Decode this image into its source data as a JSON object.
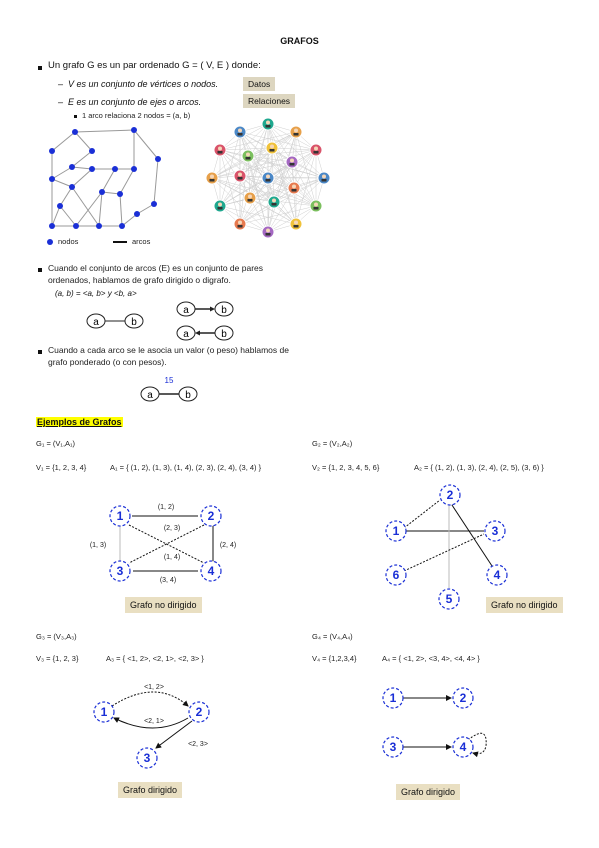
{
  "title": "GRAFOS",
  "intro": {
    "bullet": "Un grafo G es un par ordenado G = ( V, E ) donde:",
    "v_line": "V es un conjunto de vértices o nodos.",
    "e_line": "E es un conjunto de ejes o arcos.",
    "sub": "1 arco relaciona 2 nodos = (a, b)",
    "tag_datos": "Datos",
    "tag_relaciones": "Relaciones",
    "legend_nodos": "nodos",
    "legend_arcos": "arcos"
  },
  "digraph": {
    "line1": "Cuando el conjunto de arcos (E) es un conjunto de pares",
    "line2": "ordenados, hablamos de grafo dirigido o digrafo.",
    "formula": "(a, b) = <a, b> y <b, a>",
    "a": "a",
    "b": "b"
  },
  "weighted": {
    "line1": "Cuando a cada arco se le asocia un valor (o peso) hablamos de",
    "line2": "grafo ponderado (o con pesos).",
    "weight": "15"
  },
  "examples_title": "Ejemplos de Grafos",
  "g1": {
    "def": "G₁ = (V₁,A₁)",
    "v": "V₁ = {1, 2, 3, 4}",
    "a": "A₁ = { (1, 2), (1, 3), (1, 4), (2, 3), (2, 4), (3, 4) }",
    "nodes": [
      "1",
      "2",
      "3",
      "4"
    ],
    "labels": [
      "(1, 2)",
      "(2, 3)",
      "(1, 3)",
      "(1, 4)",
      "(2, 4)",
      "(3, 4)"
    ],
    "caption": "Grafo no dirigido"
  },
  "g2": {
    "def": "G₂ = (V₂,A₂)",
    "v": "V₂ = {1, 2, 3, 4, 5, 6}",
    "a": "A₂ = { (1, 2), (1, 3), (2, 4), (2, 5), (3, 6) }",
    "nodes": [
      "1",
      "2",
      "3",
      "4",
      "5",
      "6"
    ],
    "caption": "Grafo no dirigido"
  },
  "g3": {
    "def": "G₃ = (V₃,A₃)",
    "v": "V₃ = {1, 2, 3}",
    "a": "A₃ = { <1, 2>, <2, 1>, <2, 3> }",
    "nodes": [
      "1",
      "2",
      "3"
    ],
    "labels": [
      "<1, 2>",
      "<2, 1>",
      "<2, 3>"
    ],
    "caption": "Grafo dirigido"
  },
  "g4": {
    "def": "G₄ = (V₄,A₄)",
    "v": "V₄ = {1,2,3,4}",
    "a": "A₄ = { <1, 2>, <3, 4>, <4, 4> }",
    "nodes": [
      "1",
      "2",
      "3",
      "4"
    ],
    "caption": "Grafo dirigido"
  },
  "colors": {
    "node_blue": "#1a2fd6",
    "highlight": "#ffff00",
    "tag_bg": "#ddd6c0",
    "caption_bg": "#e9dfc2"
  }
}
